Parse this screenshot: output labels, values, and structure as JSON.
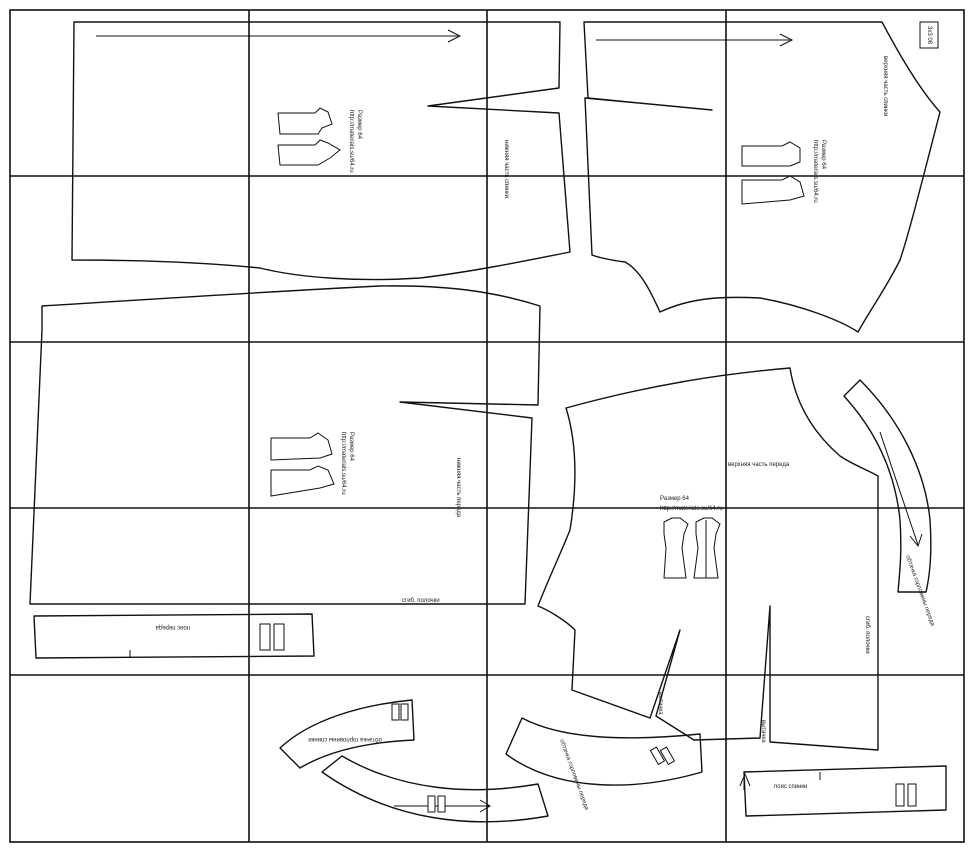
{
  "sheet_code": "3х3 08",
  "size_label": "Размер 64",
  "site_url": "http://materials.su/64.ru",
  "pieces": {
    "lower_back": "нижняя часть спинки",
    "upper_back": "верхняя часть спинки",
    "lower_front": "нижняя часть переда",
    "upper_front": "верхняя часть переда",
    "front_fold": "сгиб. полочки",
    "front_fold_upper": "сгиб. полочки",
    "front_belt": "пояс переда",
    "back_belt": "пояс спинки",
    "back_neck_facing": "обтачка горловины спинки",
    "front_neck_facing": "обтачка горловины переда",
    "facing_label_right": "обтачка горловины переда",
    "dart_label": "вытачка",
    "dart_label2": "вытачка"
  },
  "rotated_size_labels": {
    "a": "Размер 64",
    "b": "http://materials.su/64.ru"
  },
  "colors": {
    "line": "#111111",
    "paper": "#ffffff"
  }
}
